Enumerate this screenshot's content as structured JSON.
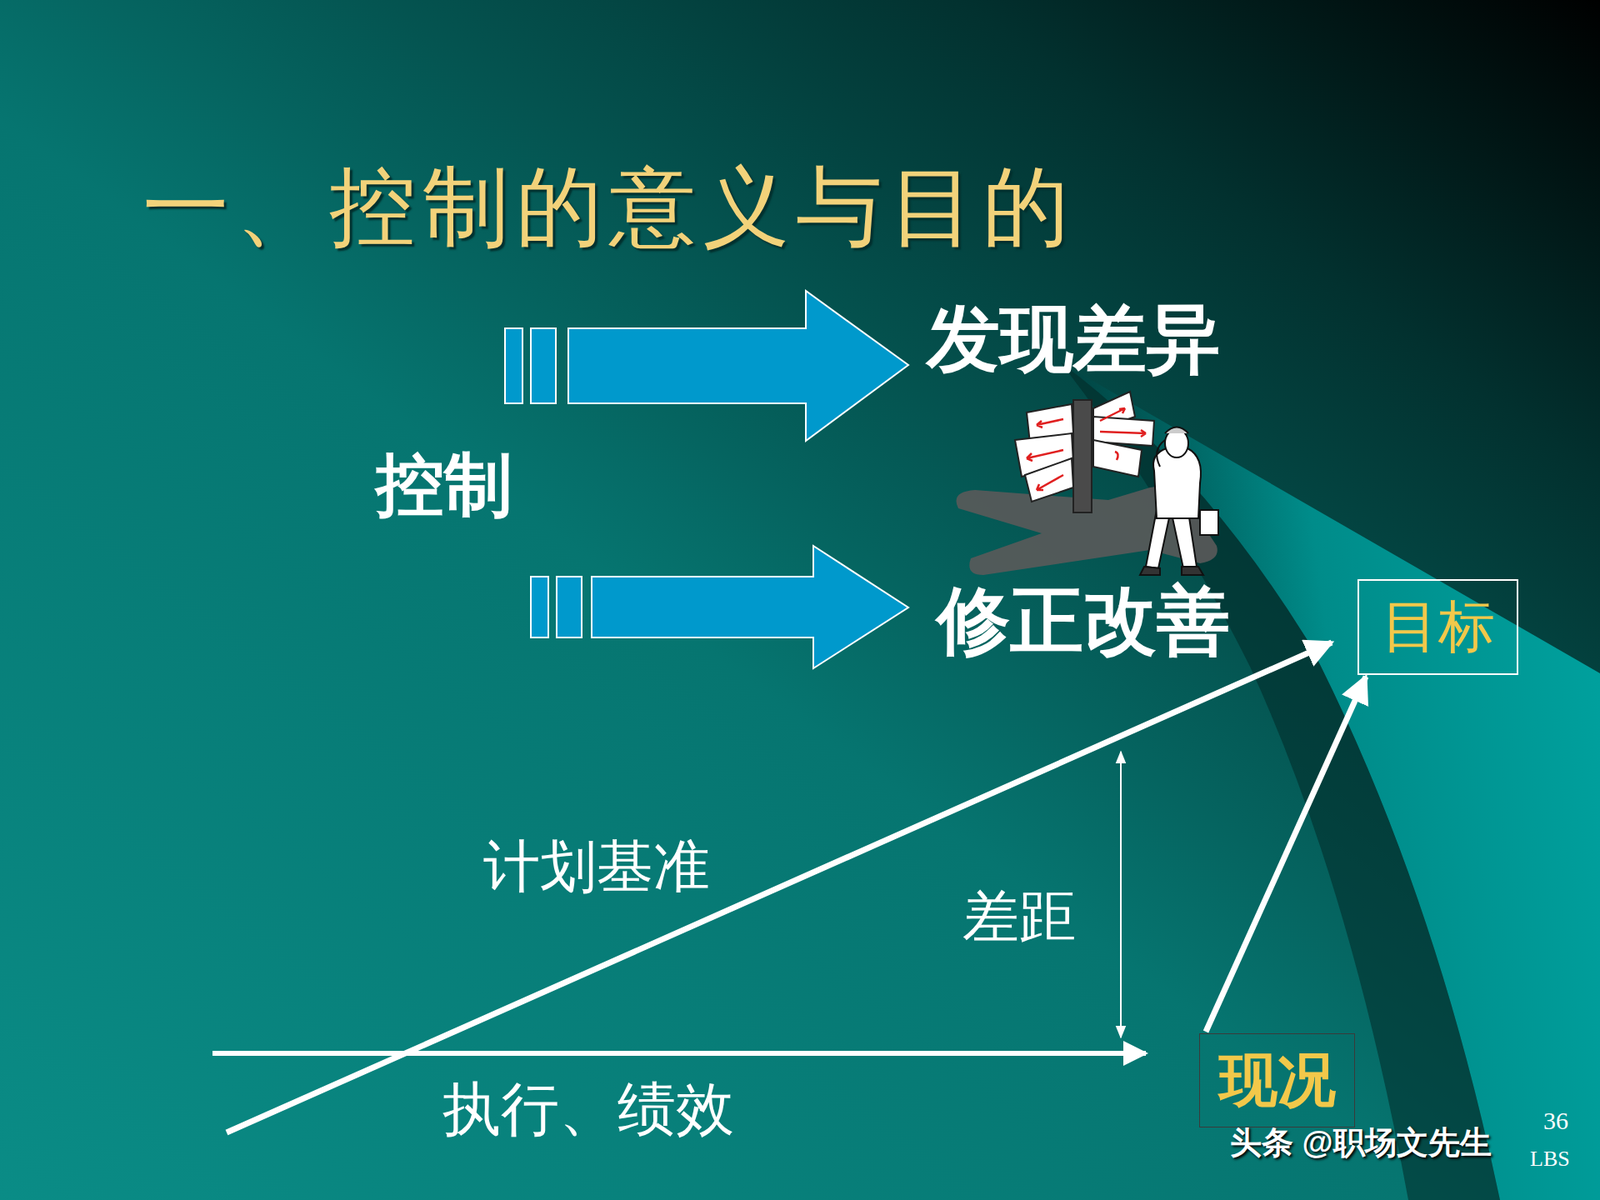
{
  "diagram": {
    "title": "一、控制的意义与目的",
    "nodes": [
      {
        "text": [
          "目标"
        ]
      },
      {
        "text": [
          "现况"
        ]
      }
    ],
    "edges": [
      {
        "from": 1,
        "to": 0,
        "arrow": "to"
      }
    ],
    "labels": [
      "发现差异",
      "控制",
      "修正改善",
      "计划基准",
      "差距",
      "执行、绩效",
      "头条 @职场文先生",
      "36",
      "LBS"
    ]
  }
}
